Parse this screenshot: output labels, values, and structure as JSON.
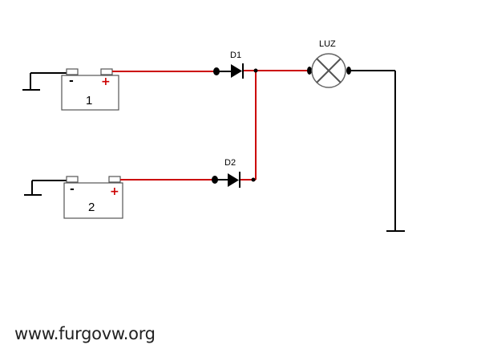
{
  "components": {
    "battery1": {
      "number": "1",
      "neg_sign": "-",
      "pos_sign": "+"
    },
    "battery2": {
      "number": "2",
      "neg_sign": "-",
      "pos_sign": "+"
    },
    "diode1": {
      "label": "D1"
    },
    "diode2": {
      "label": "D2"
    },
    "lamp": {
      "label": "LUZ"
    }
  },
  "watermark": "www.furgovw.org",
  "colors": {
    "positive_wire": "#cc0000",
    "wire": "#000000",
    "background": "#ffffff"
  }
}
